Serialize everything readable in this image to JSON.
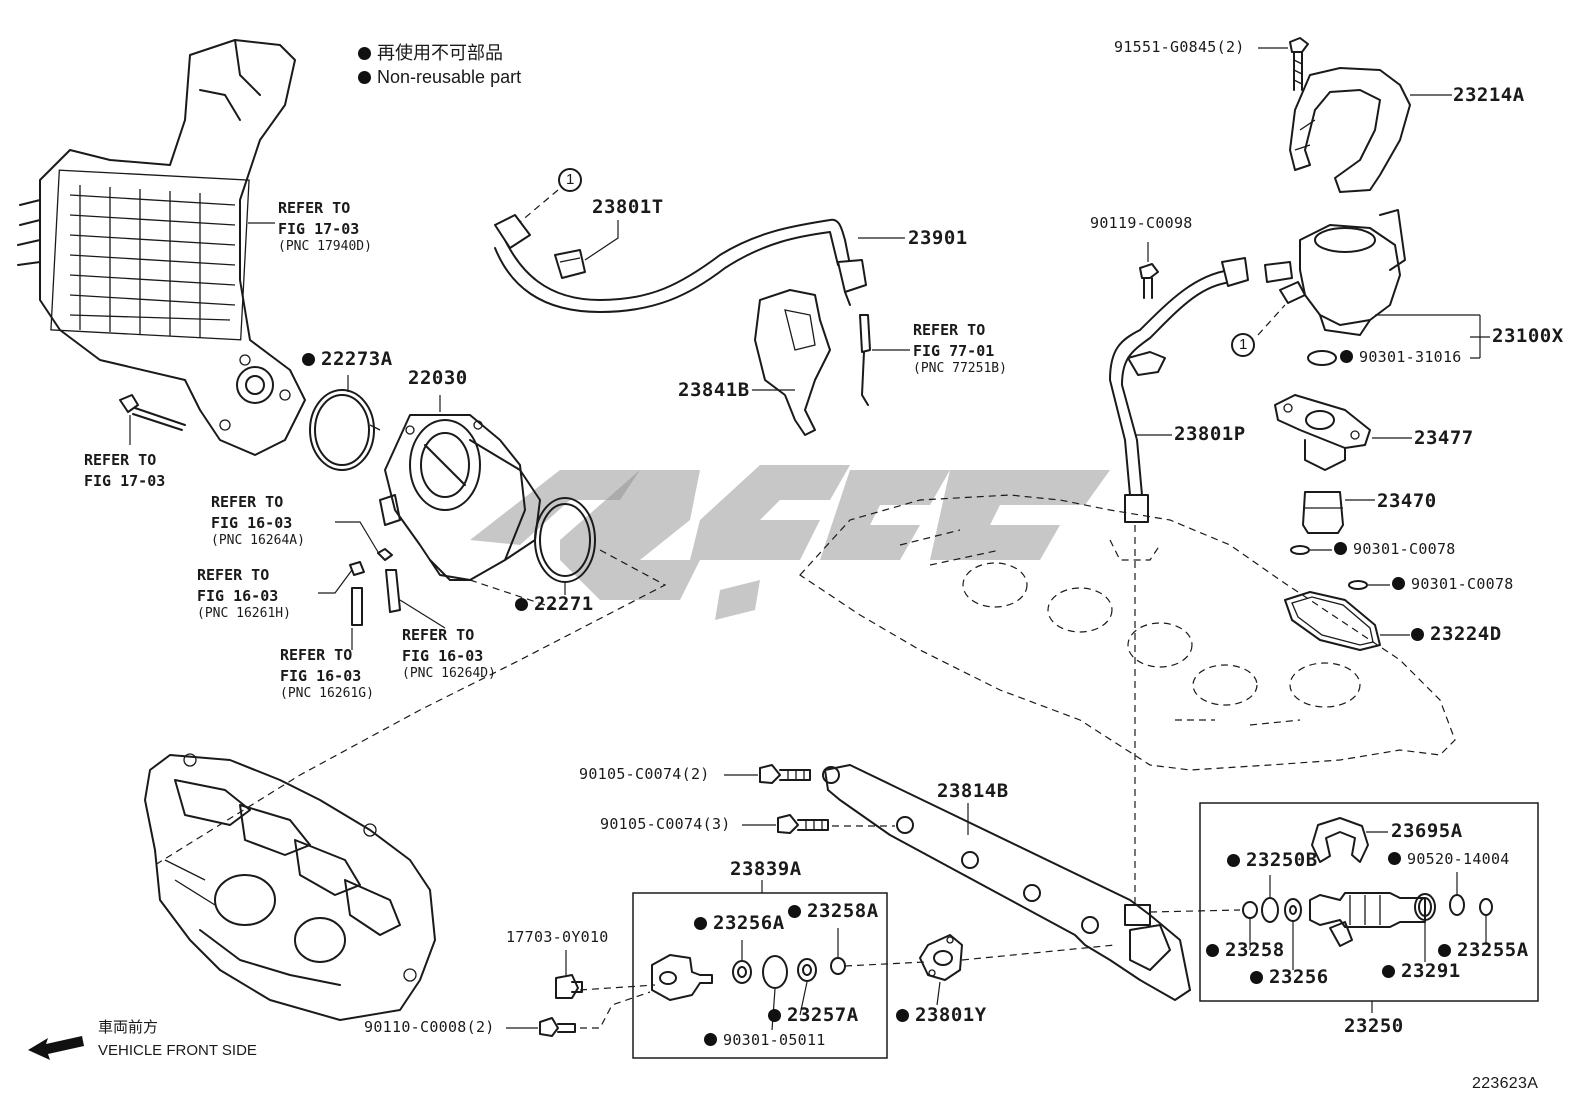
{
  "legend": {
    "line1": "再使用不可部品",
    "line2": "Non-reusable part"
  },
  "colors": {
    "line": "#1a1a1a",
    "background": "#ffffff",
    "watermark": "#8f8f8f"
  },
  "circle_ref": "1",
  "references": {
    "intercooler": {
      "l1": "REFER TO",
      "l2": "FIG 17-03",
      "pnc": "(PNC 17940D)"
    },
    "bolt": {
      "l1": "REFER TO",
      "l2": "FIG 17-03"
    },
    "fig16_a": {
      "l1": "REFER TO",
      "l2": "FIG 16-03",
      "pnc": "(PNC 16264A)"
    },
    "fig16_b": {
      "l1": "REFER TO",
      "l2": "FIG 16-03",
      "pnc": "(PNC 16261H)"
    },
    "fig16_c": {
      "l1": "REFER TO",
      "l2": "FIG 16-03",
      "pnc": "(PNC 16261G)"
    },
    "fig16_d": {
      "l1": "REFER TO",
      "l2": "FIG 16-03",
      "pnc": "(PNC 16264D)"
    },
    "fig77": {
      "l1": "REFER TO",
      "l2": "FIG 77-01",
      "pnc": "(PNC 77251B)"
    }
  },
  "parts": {
    "p23801T": "23801T",
    "p23901": "23901",
    "p23841B": "23841B",
    "p22273A": "22273A",
    "p22030": "22030",
    "p22271": "22271",
    "p91551": "91551-G0845(2)",
    "p23214A": "23214A",
    "p90119": "90119-C0098",
    "p23100X": "23100X",
    "p90301_31016": "90301-31016",
    "p23477": "23477",
    "p23801P": "23801P",
    "p23470": "23470",
    "p90301_C0078a": "90301-C0078",
    "p90301_C0078b": "90301-C0078",
    "p23224D": "23224D",
    "p90105_2": "90105-C0074(2)",
    "p90105_3": "90105-C0074(3)",
    "p23814B": "23814B",
    "p23839A": "23839A",
    "p23256A": "23256A",
    "p23258A": "23258A",
    "p17703": "17703-0Y010",
    "p90110": "90110-C0008(2)",
    "p23257A": "23257A",
    "p90301_05011": "90301-05011",
    "p23801Y": "23801Y",
    "p23695A": "23695A",
    "p23250B": "23250B",
    "p90520": "90520-14004",
    "p23258": "23258",
    "p23256": "23256",
    "p23291": "23291",
    "p23255A": "23255A",
    "p23250": "23250"
  },
  "front": {
    "jp": "車両前方",
    "en": "VEHICLE FRONT SIDE"
  },
  "figure_code": "223623A",
  "icons": {
    "bullet": "filled-circle",
    "arrow": "front-direction-arrow"
  }
}
